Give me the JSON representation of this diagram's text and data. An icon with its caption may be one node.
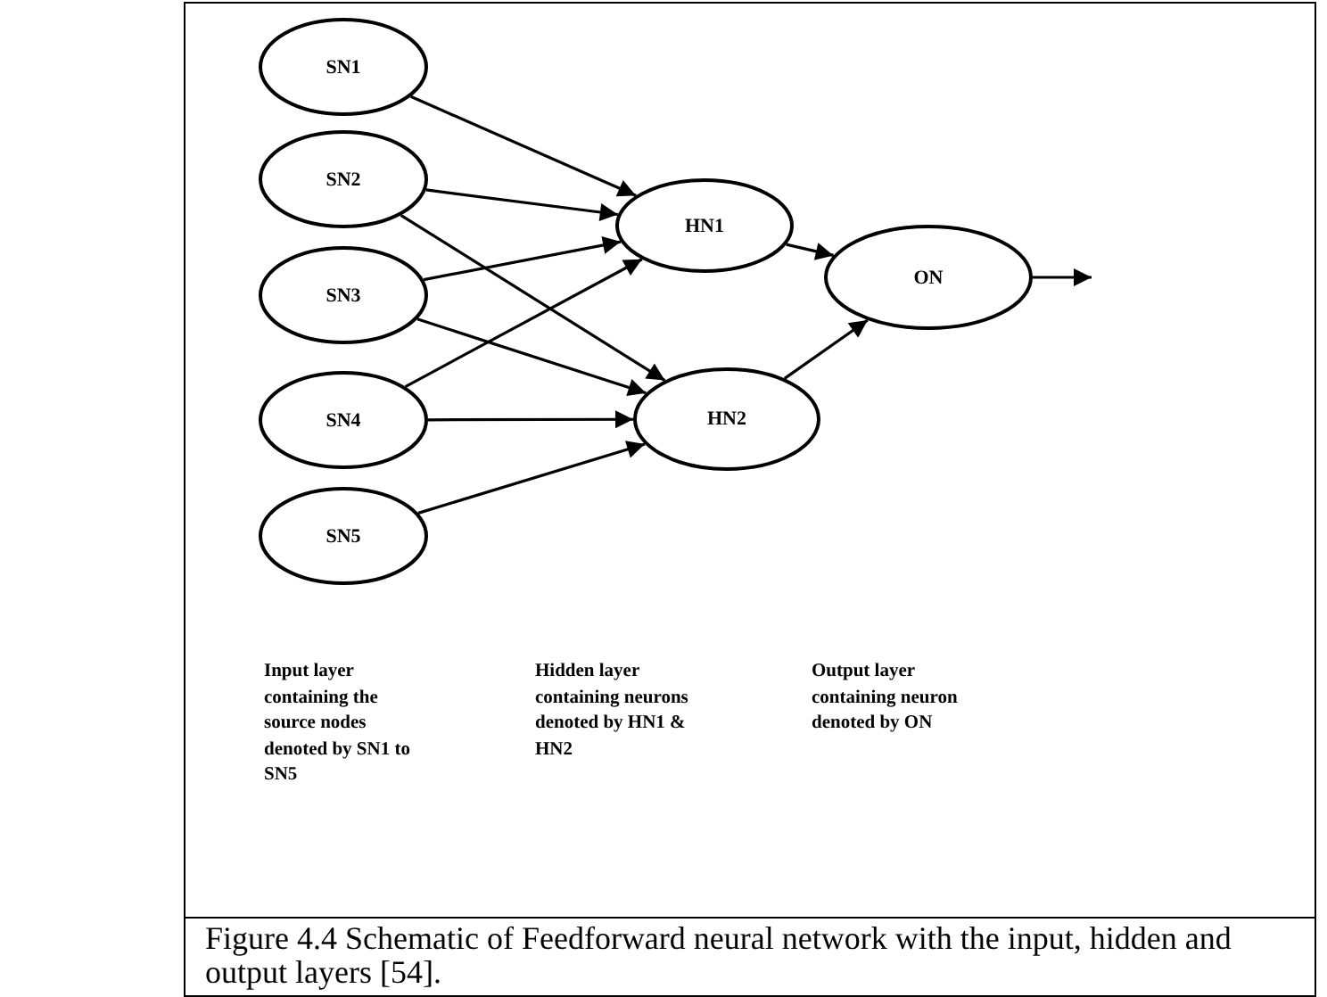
{
  "diagram": {
    "caption": "Figure 4.4 Schematic of Feedforward neural network with the input, hidden and output layers [54].",
    "nodes": [
      {
        "text": [
          "SN1"
        ]
      },
      {
        "text": [
          "SN2"
        ]
      },
      {
        "text": [
          "SN3"
        ]
      },
      {
        "text": [
          "SN4"
        ]
      },
      {
        "text": [
          "SN5"
        ]
      },
      {
        "text": [
          "HN1"
        ]
      },
      {
        "text": [
          "HN2"
        ]
      },
      {
        "text": [
          "ON"
        ]
      }
    ],
    "edges": [
      {
        "from": 0,
        "to": 5,
        "arrow": "to"
      },
      {
        "from": 1,
        "to": 5,
        "arrow": "to"
      },
      {
        "from": 1,
        "to": 6,
        "arrow": "to"
      },
      {
        "from": 2,
        "to": 5,
        "arrow": "to"
      },
      {
        "from": 2,
        "to": 6,
        "arrow": "to"
      },
      {
        "from": 3,
        "to": 5,
        "arrow": "to"
      },
      {
        "from": 3,
        "to": 6,
        "arrow": "to"
      },
      {
        "from": 4,
        "to": 6,
        "arrow": "to"
      },
      {
        "from": 5,
        "to": 7,
        "arrow": "to"
      },
      {
        "from": 6,
        "to": 7,
        "arrow": "to"
      },
      {
        "from": 7,
        "to": null,
        "arrow": "to"
      }
    ],
    "labels": [
      "Input layer containing the source nodes denoted by SN1 to SN5",
      "Hidden layer containing neurons denoted by HN1 & HN2",
      "Output layer containing neuron denoted by ON"
    ]
  }
}
